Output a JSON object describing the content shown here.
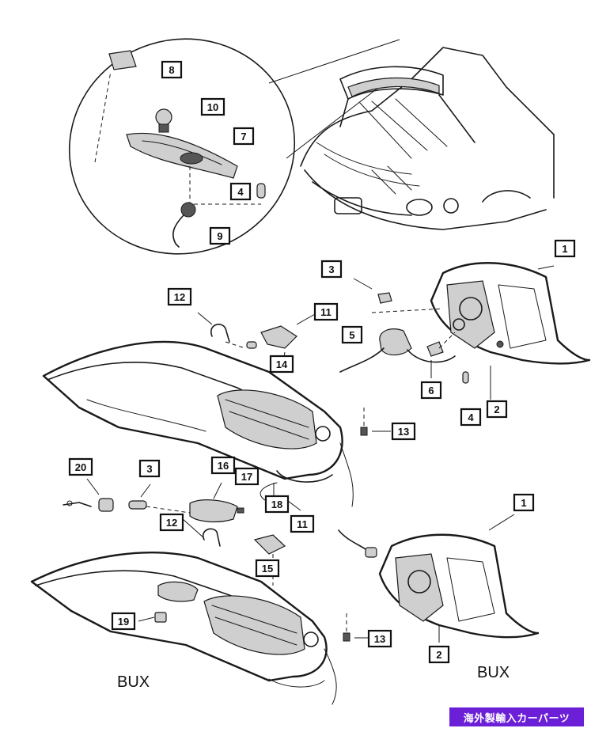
{
  "colors": {
    "ink": "#1a1a1a",
    "paper": "#ffffff",
    "watermark_bg": "#6b1fd6"
  },
  "callouts": [
    "1",
    "2",
    "3",
    "4",
    "5",
    "6",
    "7",
    "8",
    "9",
    "10",
    "11",
    "12",
    "13",
    "14",
    "15",
    "16",
    "17",
    "18",
    "19",
    "20"
  ],
  "variant_labels": {
    "left": "BUX",
    "right": "BUX"
  },
  "watermark": "海外製輸入カーパーツ"
}
